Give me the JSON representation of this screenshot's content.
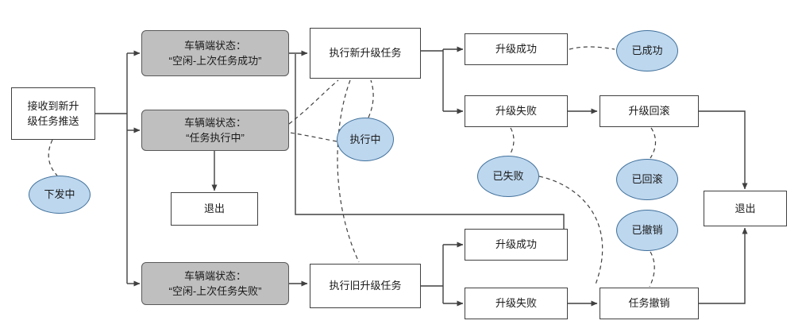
{
  "diagram": {
    "nodes": {
      "receive": {
        "label": "接收到新升级任务推送"
      },
      "dispatching": {
        "label": "下发中"
      },
      "state_idle_success": {
        "line1": "车辆端状态：",
        "line2": "“空闲-上次任务成功”"
      },
      "state_task_executing": {
        "line1": "车辆端状态：",
        "line2": "“任务执行中”"
      },
      "state_idle_failed": {
        "line1": "车辆端状态：",
        "line2": "“空闲-上次任务失败”"
      },
      "exit_middle": {
        "label": "退出"
      },
      "exec_new_task": {
        "label": "执行新升级任务"
      },
      "executing": {
        "label": "执行中"
      },
      "exec_old_task": {
        "label": "执行旧升级任务"
      },
      "upgrade_success_new": {
        "label": "升级成功"
      },
      "succeeded": {
        "label": "已成功"
      },
      "upgrade_failed_new": {
        "label": "升级失败"
      },
      "upgrade_rollback": {
        "label": "升级回滚"
      },
      "failed": {
        "label": "已失败"
      },
      "rolled_back": {
        "label": "已回滚"
      },
      "revoked": {
        "label": "已撤销"
      },
      "exit_right": {
        "label": "退出"
      },
      "upgrade_success_old": {
        "label": "升级成功"
      },
      "upgrade_failed_old": {
        "label": "升级失败"
      },
      "task_revoke": {
        "label": "任务撤销"
      }
    },
    "colors": {
      "background": "#FFFFFF",
      "state_box_fill": "#BFBFBF",
      "state_box_border": "#595959",
      "ellipse_fill": "#BDD7EE",
      "ellipse_border": "#41719C",
      "box_fill": "#FFFFFF",
      "box_border": "#404040",
      "line": "#404040",
      "text": "#1A1A1A"
    }
  }
}
